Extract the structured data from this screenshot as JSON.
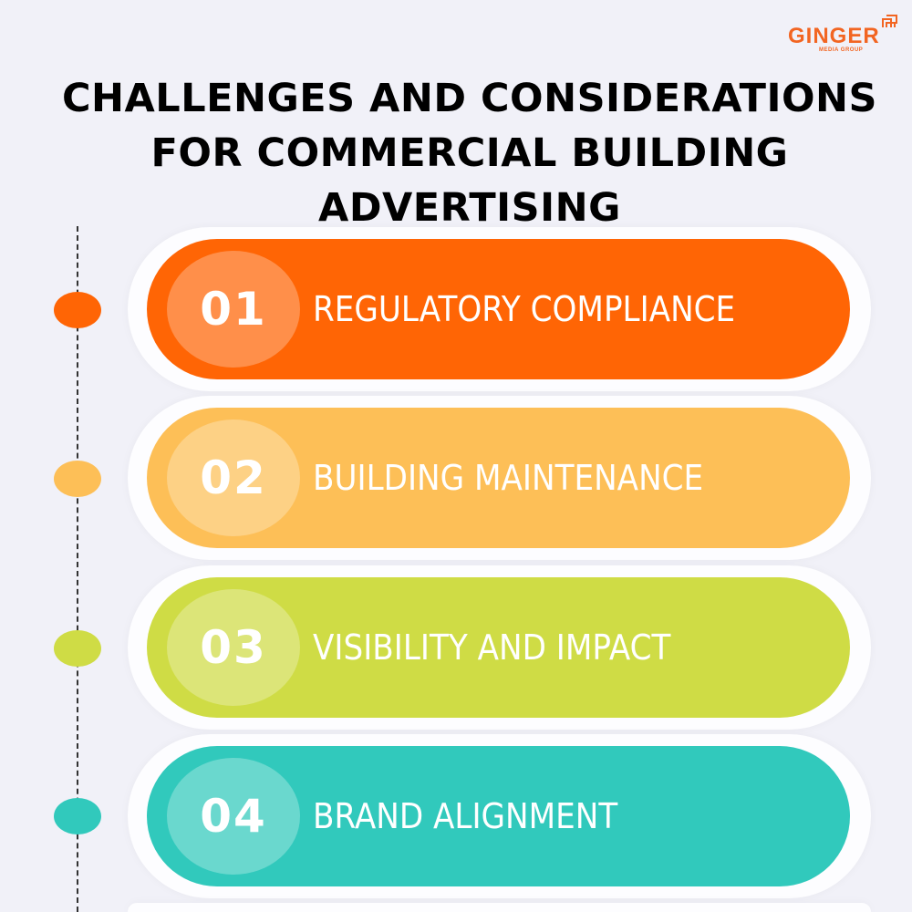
{
  "brand": {
    "name": "GINGER",
    "sub": "MEDIA GROUP",
    "color": "#f26522"
  },
  "title": {
    "line1": "CHALLENGES AND CONSIDERATIONS",
    "line2": "FOR COMMERCIAL BUILDING",
    "line3": "ADVERTISING"
  },
  "items": [
    {
      "number": "01",
      "label": "REGULATORY COMPLIANCE",
      "color": "#ff6505"
    },
    {
      "number": "02",
      "label": "BUILDING MAINTENANCE",
      "color": "#fdbf57"
    },
    {
      "number": "03",
      "label": "VISIBILITY AND IMPACT",
      "color": "#cfdc45"
    },
    {
      "number": "04",
      "label": "BRAND ALIGNMENT",
      "color": "#31c9bc"
    }
  ]
}
